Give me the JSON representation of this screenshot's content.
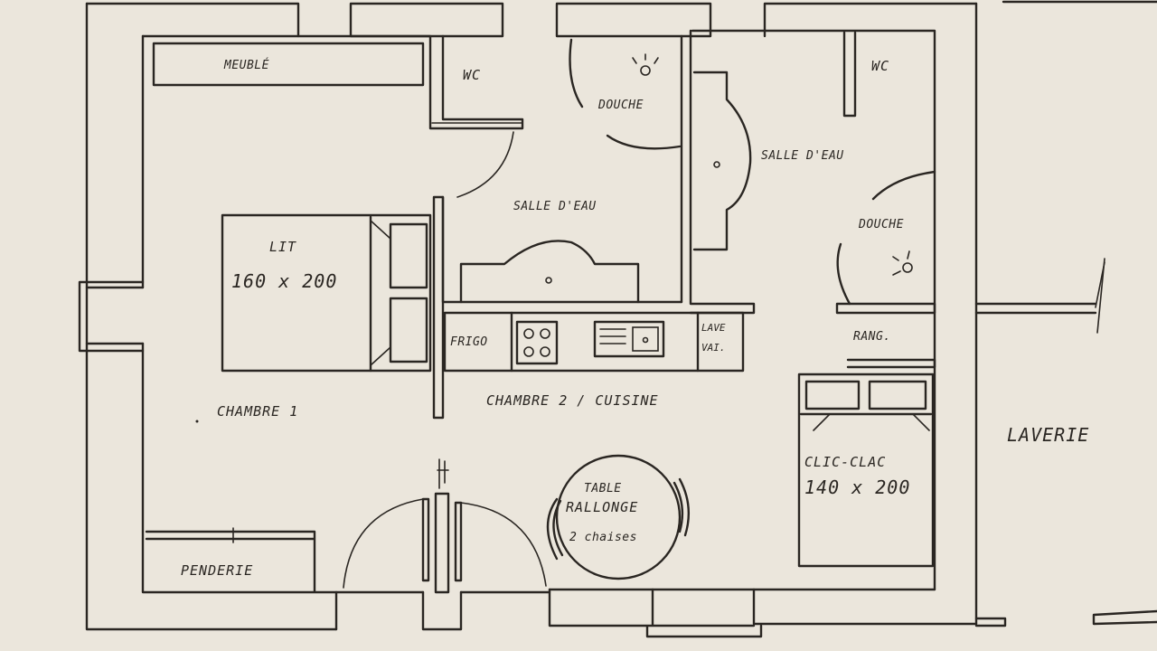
{
  "plan": {
    "meuble": "MEUBLÉ",
    "wc_1": "WC",
    "douche_1": "DOUCHE",
    "salle_eau_1": "SALLE D'EAU",
    "wc_2": "WC",
    "salle_eau_2": "SALLE D'EAU",
    "douche_2": "DOUCHE",
    "lit_1_title": "LIT",
    "lit_1_size": "160 x 200",
    "frigo": "FRIGO",
    "lave_1": "LAVE",
    "lave_2": "VAI.",
    "rangement": "RANG.",
    "chambre_1": "CHAMBRE 1",
    "chambre_2_cuisine": "CHAMBRE 2 / CUISINE",
    "lit_2_title": "CLIC-CLAC",
    "lit_2_size": "140 x 200",
    "laverie": "LAVERIE",
    "table_1": "TABLE",
    "table_2": "RALLONGE",
    "table_3": "2 chaises",
    "penderie": "PENDERIE"
  },
  "colors": {
    "ink": "#2a2622",
    "paper": "#ebe6dc"
  }
}
